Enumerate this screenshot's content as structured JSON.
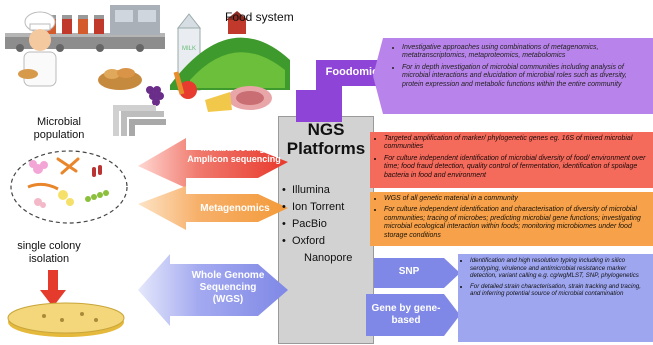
{
  "food_system": {
    "title": "Food system"
  },
  "microbial": {
    "label_line1": "Microbial",
    "label_line2": "population"
  },
  "single_colony": {
    "label_line1": "single colony",
    "label_line2": "isolation"
  },
  "ngs": {
    "title_line1": "NGS",
    "title_line2": "Platforms",
    "platforms": [
      "Illumina",
      "Ion Torrent",
      "PacBio",
      "Oxford",
      "Nanopore"
    ]
  },
  "foodomics": {
    "label": "Foodomics",
    "bullets": [
      "Investigative approaches using combinations of metagenomics, metatranscriptomics, metaproteomics, metabolomics",
      "For in depth investigation of microbial communities including analysis of microbial interactions and elucidation of microbial roles such as diversity, protein expression and metabolic functions within the entire community"
    ]
  },
  "metabarcoding": {
    "label_line1": "Metabarcoding/",
    "label_line2": "Amplicon sequencing",
    "bullets": [
      "Targeted amplification of marker/ phylogenetic genes eg. 16S of mixed microbial communities",
      "For culture independent identification of microbial diversity of food/ environment over time; food fraud detection, quality control of fermentation, identification of spoilage bacteria in food and environment"
    ]
  },
  "metagenomics": {
    "label": "Metagenomics",
    "bullets": [
      "WGS of all genetic material in a community",
      "For culture independent identification and characterisation of diversity of microbial communities; tracing of microbes; predicting microbial gene functions; investigating microbial ecological interaction within foods; monitoring microbiomes under food storage conditions"
    ]
  },
  "wgs": {
    "label_line1": "Whole Genome",
    "label_line2": "Sequencing",
    "label_line3": "(WGS)"
  },
  "snp": {
    "label": "SNP"
  },
  "gene_by_gene": {
    "label_line1": "Gene by gene-",
    "label_line2": "based"
  },
  "wgs_details": {
    "bullets": [
      "Identification and high resolution typing including in silico serotyping, virulence and antimicrobial resistance marker detection, variant calling e.g. cg/wgMLST, SNP, phylogenetics",
      "For detailed strain characterisation, strain tracking and tracing, and inferring potential source of microbial contamination"
    ]
  },
  "colors": {
    "foodomics": "#8e44d6",
    "metabarcoding": "#e8392c",
    "metagenomics": "#f39a3a",
    "wgs": "#7f88e6",
    "ngs_box": "#d2d2d2"
  }
}
